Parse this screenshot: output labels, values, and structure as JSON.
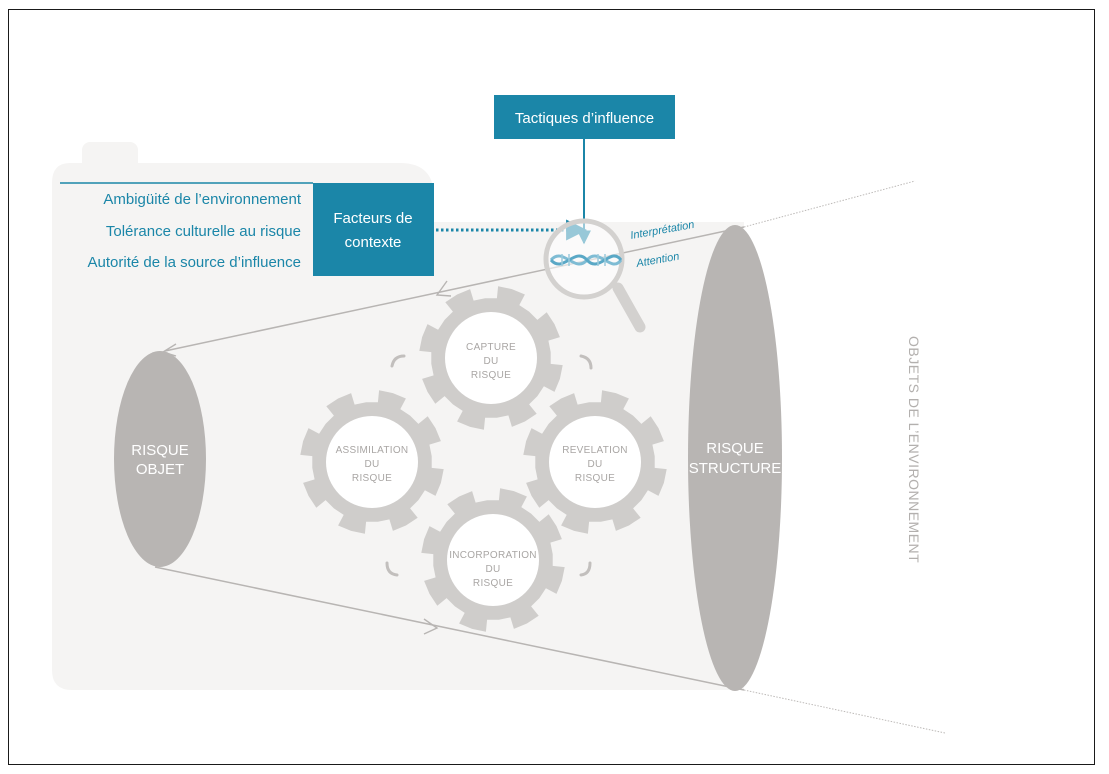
{
  "influence_box": {
    "label": "Tactiques d’influence"
  },
  "context_box": {
    "line1": "Facteurs de",
    "line2": "contexte"
  },
  "context_factors": [
    "Ambigüité de l’environnement",
    "Tolérance culturelle au risque",
    "Autorité de la source d’influence"
  ],
  "lens_labels": {
    "top": "Interprétation",
    "bottom": "Attention"
  },
  "left_cylinder": {
    "line1": "RISQUE",
    "line2": "OBJET"
  },
  "right_cylinder": {
    "line1": "RISQUE",
    "line2": "STRUCTURE"
  },
  "gears": {
    "top": [
      "CAPTURE",
      "DU",
      "RISQUE"
    ],
    "left": [
      "ASSIMILATION",
      "DU",
      "RISQUE"
    ],
    "right": [
      "REVELATION",
      "DU",
      "RISQUE"
    ],
    "bottom": [
      "INCORPORATION",
      "DU",
      "RISQUE"
    ]
  },
  "vertical_label": "OBJETS DE L’ENVIRONNEMENT",
  "colors": {
    "teal": "#1b86a8",
    "grey": "#b8b5b3",
    "light_bg": "#f5f4f3",
    "gear": "#cfcdcb"
  }
}
